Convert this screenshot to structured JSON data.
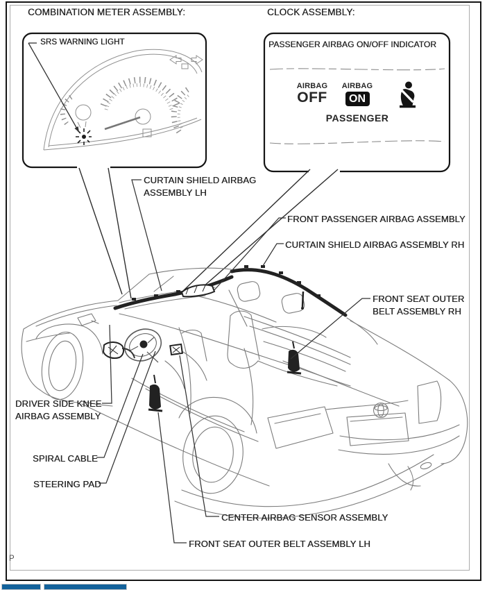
{
  "document": {
    "headings": {
      "combination_meter": "COMBINATION METER ASSEMBLY:",
      "clock": "CLOCK ASSEMBLY:"
    },
    "meter_box": {
      "srs_label": "SRS WARNING LIGHT"
    },
    "clock_box": {
      "title": "PASSENGER AIRBAG ON/OFF INDICATOR",
      "off_indicator": {
        "line1": "AIRBAG",
        "line2": "OFF"
      },
      "on_indicator": {
        "line1": "AIRBAG",
        "line2": "ON"
      },
      "passenger_label": "PASSENGER"
    },
    "callout_labels": [
      {
        "name": "curtain-shield-airbag-assembly-lh",
        "lines": [
          "CURTAIN SHIELD AIRBAG",
          "ASSEMBLY LH"
        ]
      },
      {
        "name": "front-passenger-airbag-assembly",
        "lines": [
          "FRONT PASSENGER AIRBAG ASSEMBLY"
        ]
      },
      {
        "name": "curtain-shield-airbag-assembly-rh",
        "lines": [
          "CURTAIN SHIELD AIRBAG ASSEMBLY RH"
        ]
      },
      {
        "name": "front-seat-outer-belt-assembly-rh",
        "lines": [
          "FRONT SEAT OUTER",
          "BELT ASSEMBLY RH"
        ]
      },
      {
        "name": "driver-side-knee-airbag-assembly",
        "lines": [
          "DRIVER SIDE KNEE",
          "AIRBAG ASSEMBLY"
        ]
      },
      {
        "name": "spiral-cable",
        "lines": [
          "SPIRAL CABLE"
        ]
      },
      {
        "name": "steering-pad",
        "lines": [
          "STEERING PAD"
        ]
      },
      {
        "name": "center-airbag-sensor-assembly",
        "lines": [
          "CENTER AIRBAG SENSOR ASSEMBLY"
        ]
      },
      {
        "name": "front-seat-outer-belt-assembly-lh",
        "lines": [
          "FRONT SEAT OUTER BELT ASSEMBLY LH"
        ]
      }
    ],
    "page_mark": "P"
  },
  "icons": {
    "srs_warning": "srs-warning-icon",
    "seatbelt_occupant": "seatbelt-occupant-icon",
    "turn_signal_arrows": "turn-signal-arrows-icon",
    "toyota_emblem": "toyota-emblem-icon"
  },
  "colors": {
    "footer_bar_blue": "#13629B",
    "border_black": "#151515",
    "inner_frame_gray": "#ABABAB",
    "line_art_gray": "#7B7B7B",
    "component_dark": "#222222",
    "text": "#242424"
  }
}
